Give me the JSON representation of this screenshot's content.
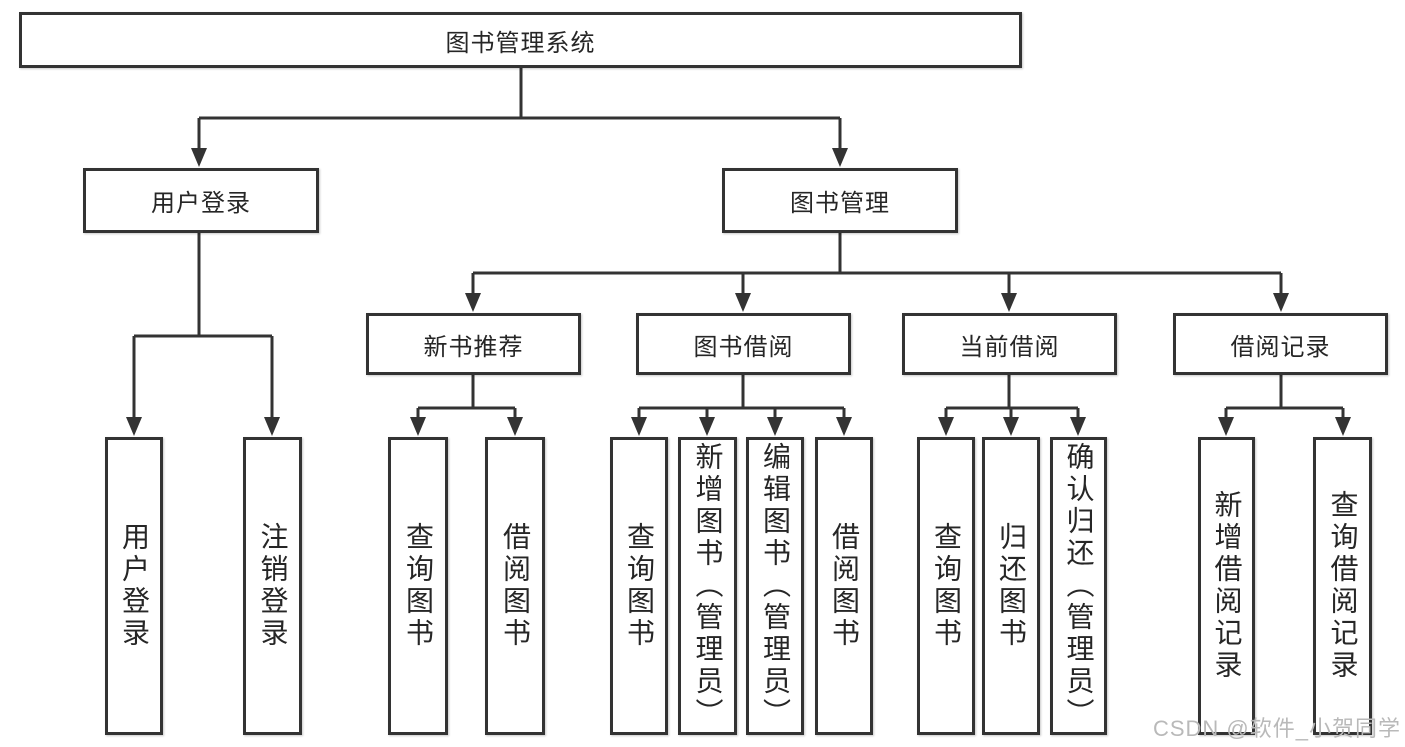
{
  "diagram": {
    "title": "图书管理系统",
    "type": "hierarchy-tree",
    "colors": {
      "line": "#333333",
      "box_border": "#333333",
      "text": "#262626",
      "background": "#ffffff",
      "watermark_text_color": "#b9b9b9"
    },
    "nodes": {
      "root": {
        "label": "图书管理系统",
        "level": 1
      },
      "userLogin": {
        "label": "用户登录",
        "level": 2
      },
      "bookMgmt": {
        "label": "图书管理",
        "level": 2
      },
      "newBookRec": {
        "label": "新书推荐",
        "level": 3
      },
      "bookBorrow": {
        "label": "图书借阅",
        "level": 3
      },
      "currentBorrow": {
        "label": "当前借阅",
        "level": 3
      },
      "borrowRecords": {
        "label": "借阅记录",
        "level": 3
      },
      "userLoginLeaf": {
        "label": "用户登录",
        "level": 4
      },
      "logoutLeaf": {
        "label": "注销登录",
        "level": 4
      },
      "queryBookRec": {
        "label": "查询图书",
        "level": 4
      },
      "borrowBookRec": {
        "label": "借阅图书",
        "level": 4
      },
      "queryBookBorrow": {
        "label": "查询图书",
        "level": 4
      },
      "addBookAdmin": {
        "label": "新增图书（管理员）",
        "level": 4
      },
      "editBookAdmin": {
        "label": "编辑图书（管理员）",
        "level": 4
      },
      "borrowBookBorrow": {
        "label": "借阅图书",
        "level": 4
      },
      "queryBookCurrent": {
        "label": "查询图书",
        "level": 4
      },
      "returnBook": {
        "label": "归还图书",
        "level": 4
      },
      "confirmReturnAdmin": {
        "label": "确认归还（管理员）",
        "level": 4
      },
      "addBorrowRecord": {
        "label": "新增借阅记录",
        "level": 4
      },
      "queryBorrowRecord": {
        "label": "查询借阅记录",
        "level": 4
      }
    },
    "edges": [
      {
        "from": "图书管理系统",
        "to": "用户登录"
      },
      {
        "from": "图书管理系统",
        "to": "图书管理"
      },
      {
        "from": "用户登录",
        "to": "用户登录"
      },
      {
        "from": "用户登录",
        "to": "注销登录"
      },
      {
        "from": "图书管理",
        "to": "新书推荐"
      },
      {
        "from": "图书管理",
        "to": "图书借阅"
      },
      {
        "from": "图书管理",
        "to": "当前借阅"
      },
      {
        "from": "图书管理",
        "to": "借阅记录"
      },
      {
        "from": "新书推荐",
        "to": "查询图书"
      },
      {
        "from": "新书推荐",
        "to": "借阅图书"
      },
      {
        "from": "图书借阅",
        "to": "查询图书"
      },
      {
        "from": "图书借阅",
        "to": "新增图书（管理员）"
      },
      {
        "from": "图书借阅",
        "to": "编辑图书（管理员）"
      },
      {
        "from": "图书借阅",
        "to": "借阅图书"
      },
      {
        "from": "当前借阅",
        "to": "查询图书"
      },
      {
        "from": "当前借阅",
        "to": "归还图书"
      },
      {
        "from": "当前借阅",
        "to": "确认归还（管理员）"
      },
      {
        "from": "借阅记录",
        "to": "新增借阅记录"
      },
      {
        "from": "借阅记录",
        "to": "查询借阅记录"
      }
    ]
  },
  "watermark": "CSDN @软件_小贺同学"
}
